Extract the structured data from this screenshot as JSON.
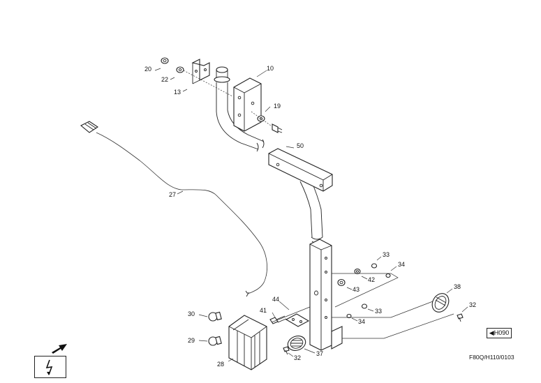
{
  "diagram": {
    "callouts": {
      "p10": "10",
      "p13": "13",
      "p19": "19",
      "p20": "20",
      "p22": "22",
      "p27": "27",
      "p28": "28",
      "p29": "29",
      "p30": "30",
      "p32a": "32",
      "p32b": "32",
      "p33a": "33",
      "p33b": "33",
      "p34a": "34",
      "p34b": "34",
      "p37": "37",
      "p38": "38",
      "p41": "41",
      "p42": "42",
      "p43": "43",
      "p44": "44",
      "p50": "50"
    },
    "reference": {
      "label": "H090",
      "icon": "left-triangle-arrow-icon"
    },
    "drawing_code": "F80Q/H110/0103",
    "symbols": {
      "direction": "front-arrow-icon",
      "electrical": "lightning-bolt-icon"
    }
  }
}
